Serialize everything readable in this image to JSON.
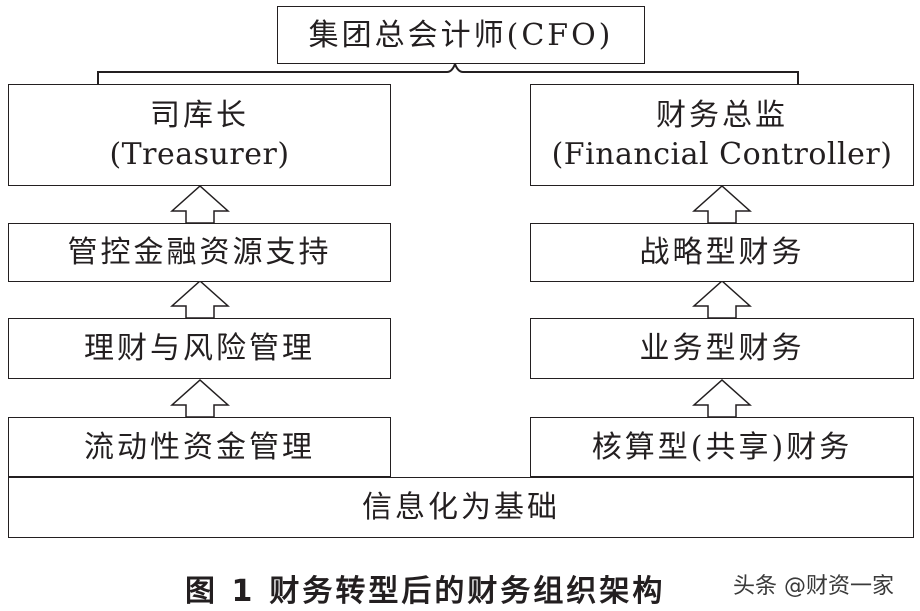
{
  "top": {
    "label": "集团总会计师(CFO)"
  },
  "left": {
    "head": {
      "line1": "司库长",
      "line2": "(Treasurer)"
    },
    "levels": [
      "管控金融资源支持",
      "理财与风险管理",
      "流动性资金管理"
    ]
  },
  "right": {
    "head": {
      "line1": "财务总监",
      "line2": "(Financial Controller)"
    },
    "levels": [
      "战略型财务",
      "业务型财务",
      "核算型(共享)财务"
    ]
  },
  "base": {
    "label": "信息化为基础"
  },
  "caption": {
    "figure": "图 1",
    "title": "财务转型后的财务组织架构"
  },
  "watermark": {
    "text": "头条 @财资一家"
  },
  "colors": {
    "line": "#231f20",
    "background": "#ffffff"
  }
}
